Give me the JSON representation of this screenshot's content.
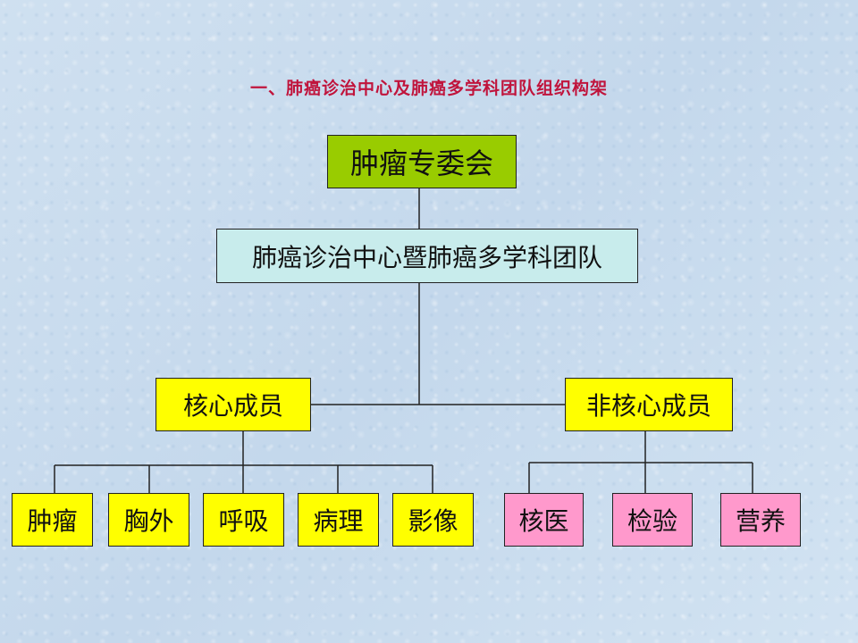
{
  "title": "一、肺癌诊治中心及肺癌多学科团队组织构架",
  "nodes": {
    "committee": "肿瘤专委会",
    "center": "肺癌诊治中心暨肺癌多学科团队",
    "core": "核心成员",
    "noncore": "非核心成员",
    "core_members": [
      "肿瘤",
      "胸外",
      "呼吸",
      "病理",
      "影像"
    ],
    "noncore_members": [
      "核医",
      "检验",
      "营养"
    ]
  },
  "colors": {
    "title": "#c0143c",
    "committee_fill": "#99cc00",
    "center_fill": "#c8ecec",
    "core_fill": "#ffff00",
    "noncore_member_fill": "#ff99cc",
    "background": "#c9dcee"
  }
}
